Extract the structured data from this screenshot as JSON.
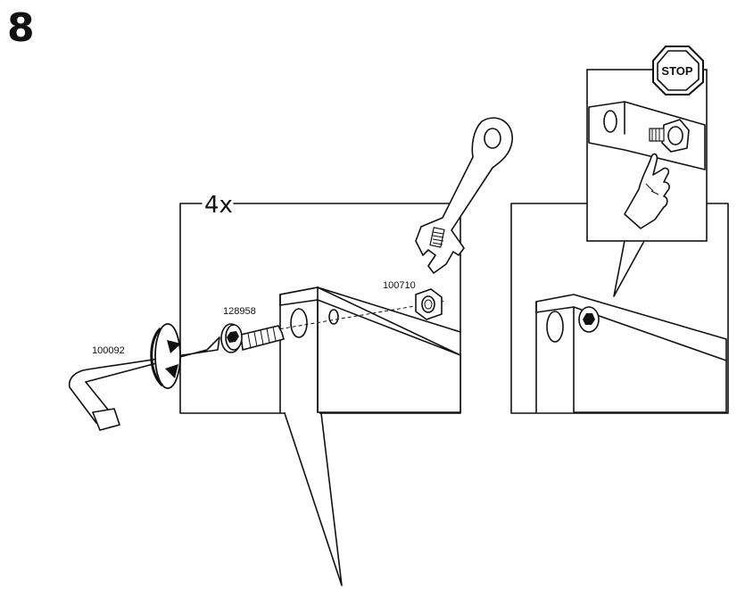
{
  "step": {
    "number": "8"
  },
  "quantity": "4x",
  "parts": {
    "allen_key": "100092",
    "bolt": "128958",
    "nut": "100710"
  },
  "stop_sign": {
    "text": "STOP"
  },
  "icons": [
    "allen-key-icon",
    "bolt-icon",
    "nut-icon",
    "wrench-icon",
    "rotation-arrow-icon",
    "stop-sign-icon",
    "hand-icon"
  ]
}
